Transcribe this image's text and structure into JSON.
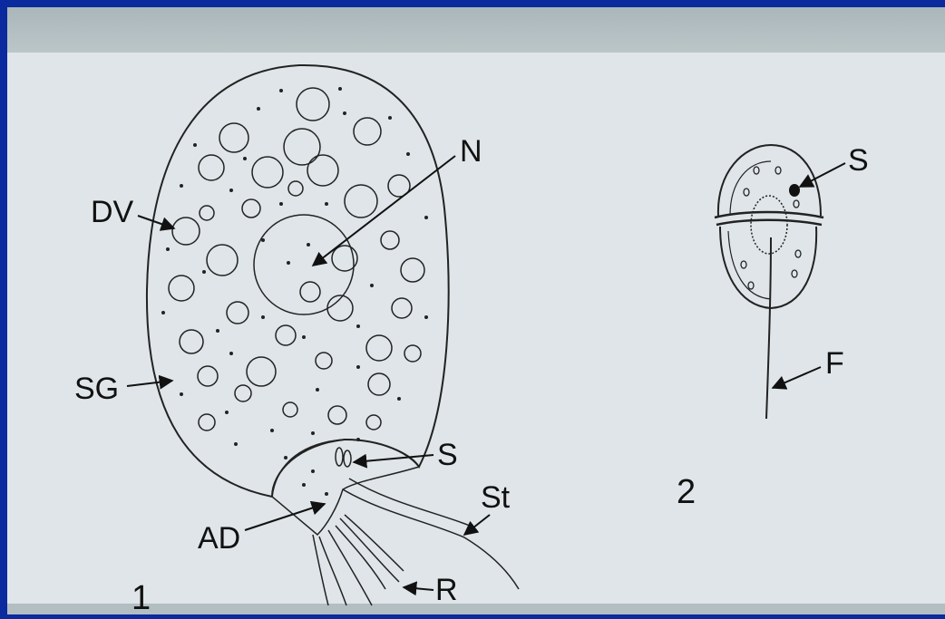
{
  "figure1": {
    "number": "1",
    "labels": {
      "dv": "DV",
      "n": "N",
      "sg": "SG",
      "s": "S",
      "ad": "AD",
      "st": "St",
      "r": "R"
    }
  },
  "figure2": {
    "number": "2",
    "labels": {
      "s": "S",
      "f": "F"
    }
  }
}
